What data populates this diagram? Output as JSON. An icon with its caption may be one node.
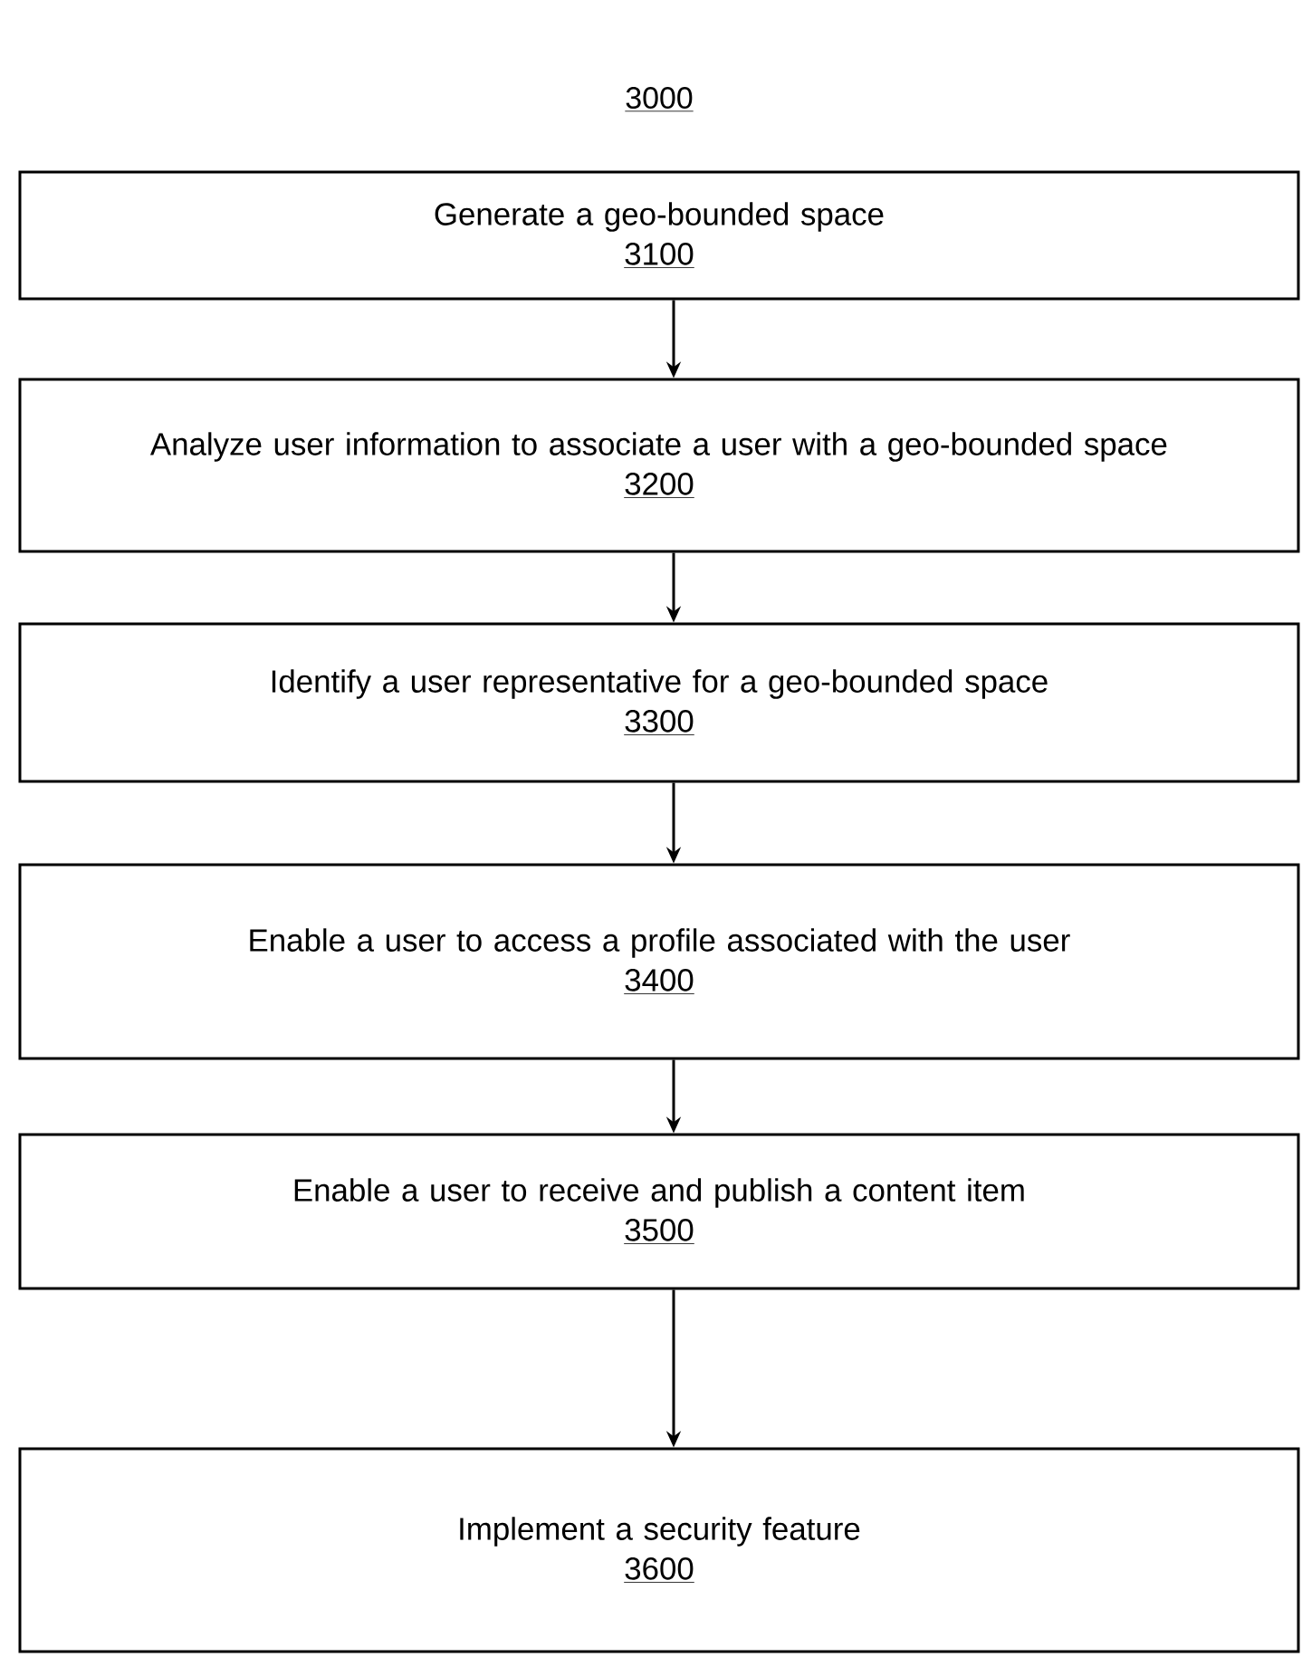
{
  "diagram": {
    "title": "3000",
    "nodes": [
      {
        "text": [
          "Generate a geo-bounded space",
          "3100"
        ]
      },
      {
        "text": [
          "Analyze user information to associate a user with a geo-bounded space",
          "3200"
        ]
      },
      {
        "text": [
          "Identify a user representative for a geo-bounded space",
          "3300"
        ]
      },
      {
        "text": [
          "Enable a user to access a profile associated with the user",
          "3400"
        ]
      },
      {
        "text": [
          "Enable a user to receive and publish a content item",
          "3500"
        ]
      },
      {
        "text": [
          "Implement a security feature",
          "3600"
        ]
      }
    ],
    "edges": [
      {
        "from": 0,
        "to": 1,
        "arrow": "to"
      },
      {
        "from": 1,
        "to": 2,
        "arrow": "to"
      },
      {
        "from": 2,
        "to": 3,
        "arrow": "to"
      },
      {
        "from": 3,
        "to": 4,
        "arrow": "to"
      },
      {
        "from": 4,
        "to": 5,
        "arrow": "to"
      }
    ]
  }
}
